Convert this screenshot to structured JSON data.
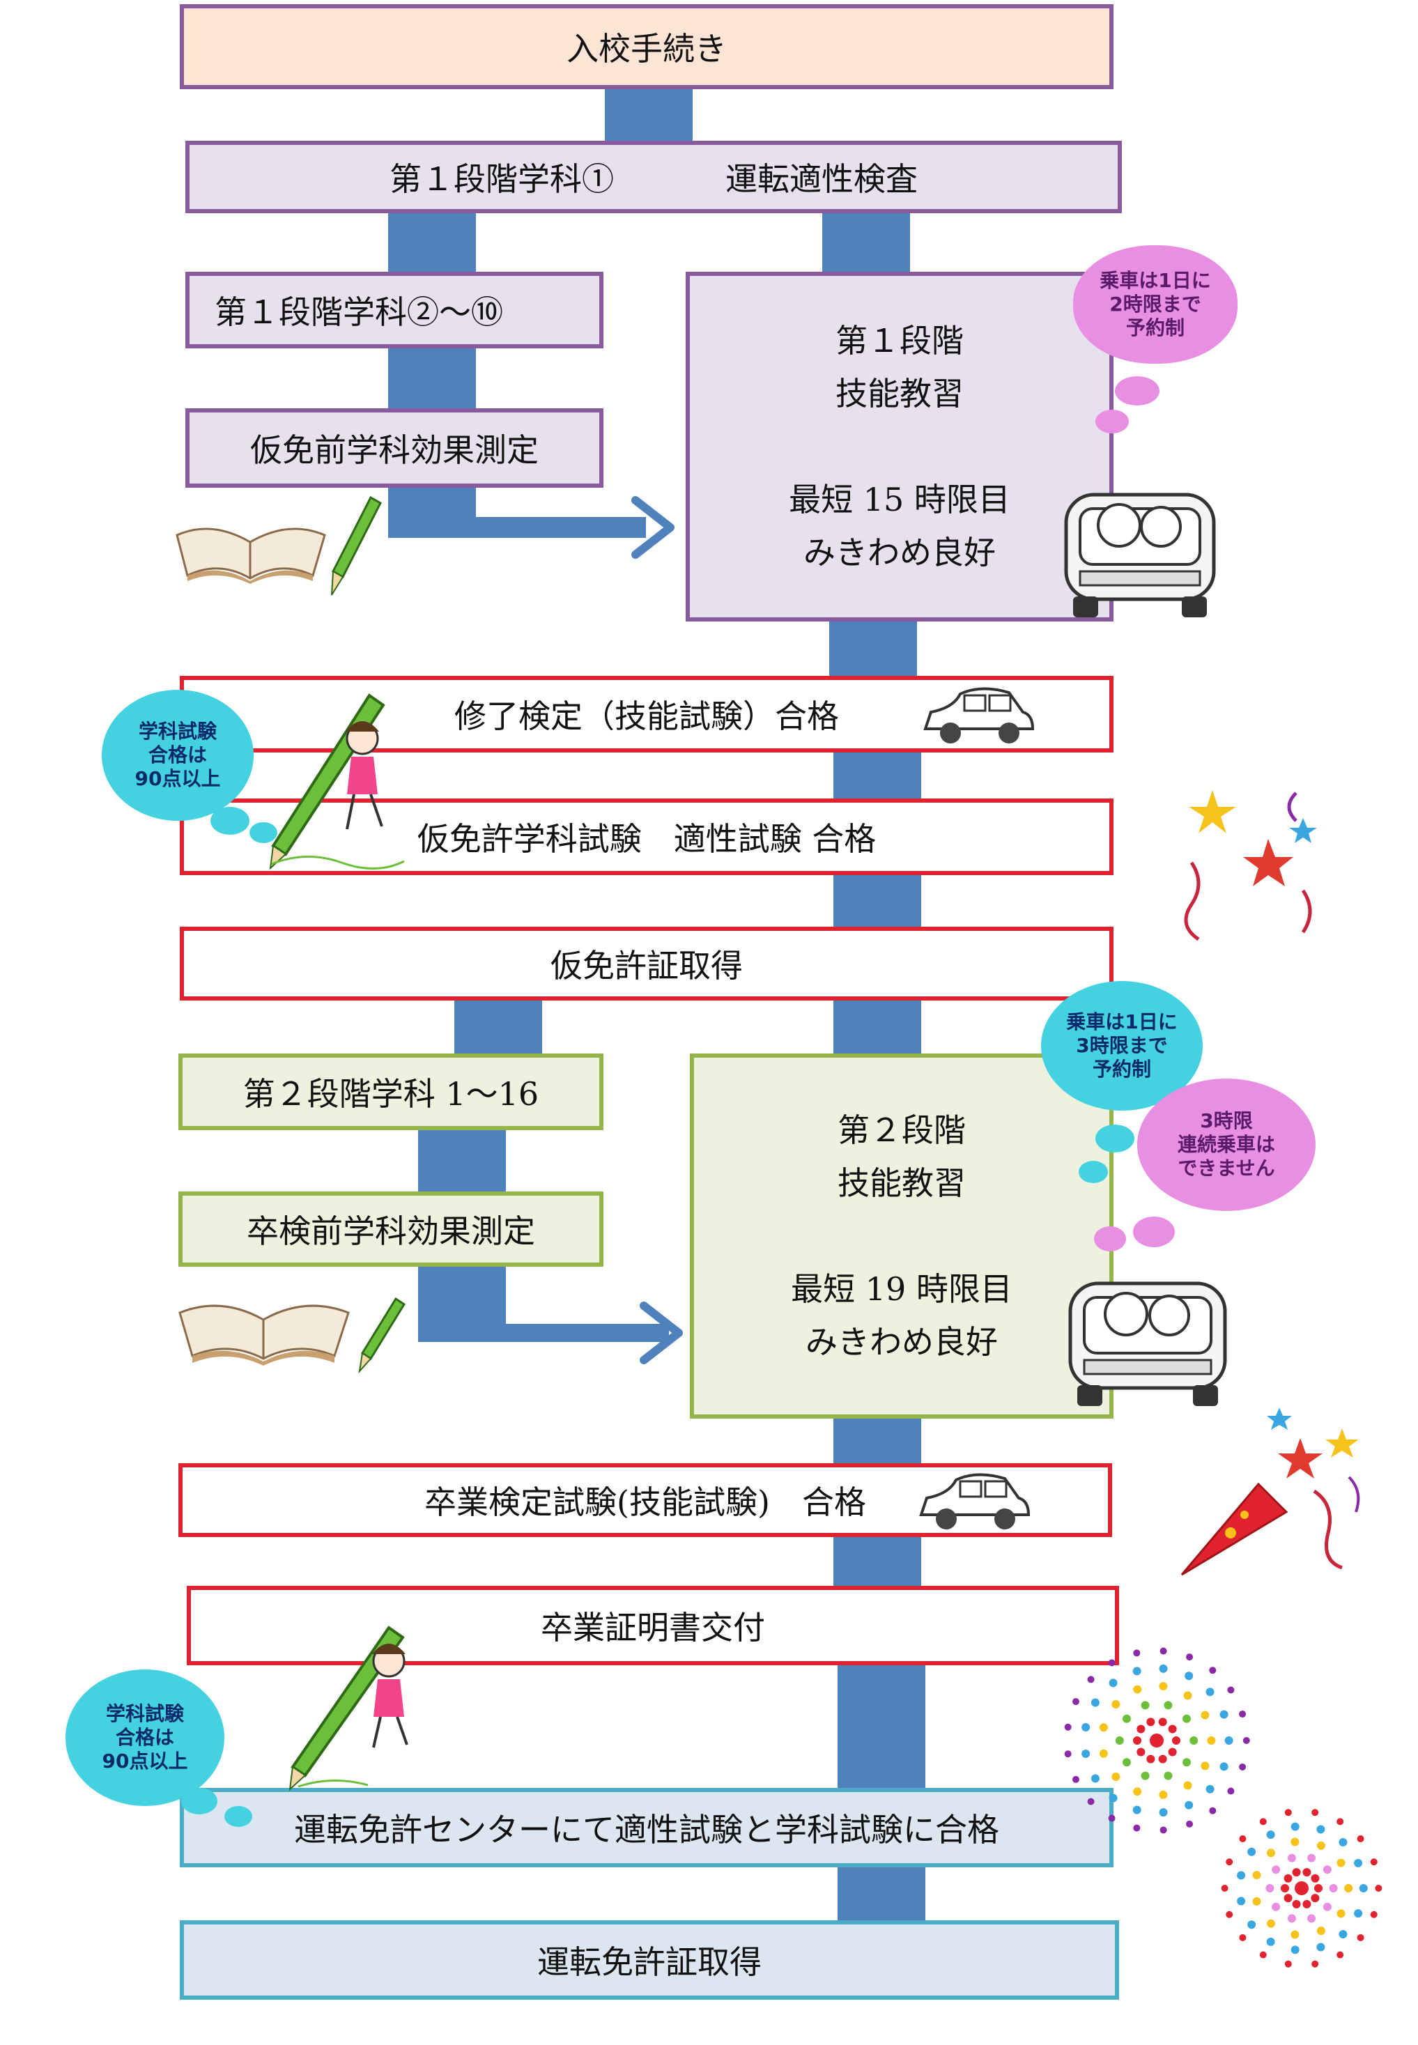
{
  "steps": {
    "s1": "入校手続き",
    "s2a": "第１段階学科①",
    "s2b": "運転適性検査",
    "s3": "第１段階学科②～⑩",
    "s4": "仮免前学科効果測定",
    "s5": "修了検定（技能試験）合格",
    "s6": "仮免許学科試験　適性試験 合格",
    "s7": "仮免許証取得",
    "s8": "第２段階学科 1～16",
    "s9": "卒検前学科効果測定",
    "s10": "卒業検定試験(技能試験)　合格",
    "s11": "卒業証明書交付",
    "s12": "運転免許センターにて適性試験と学科試験に合格",
    "s13": "運転免許証取得"
  },
  "stage1": {
    "line1": "第１段階",
    "line2": "技能教習",
    "line3": "最短 15 時限目",
    "line4": "みきわめ良好"
  },
  "stage2": {
    "line1": "第２段階",
    "line2": "技能教習",
    "line3": "最短 19 時限目",
    "line4": "みきわめ良好"
  },
  "bubbles": {
    "b1_l1": "乗車は1日に",
    "b1_l2": "2時限まで",
    "b1_l3": "予約制",
    "b2_l1": "学科試験",
    "b2_l2": "合格は",
    "b2_l3": "90点以上",
    "b3_l1": "乗車は1日に",
    "b3_l2": "3時限まで",
    "b3_l3": "予約制",
    "b4_l1": "3時限",
    "b4_l2": "連続乗車は",
    "b4_l3": "できません",
    "b5_l1": "学科試験",
    "b5_l2": "合格は",
    "b5_l3": "90点以上"
  },
  "colors": {
    "connector": "#4f81bd",
    "purple_border": "#8a5a9e",
    "red_border": "#e0232e",
    "green_border": "#93b54a",
    "blue_border": "#4bacc6"
  }
}
